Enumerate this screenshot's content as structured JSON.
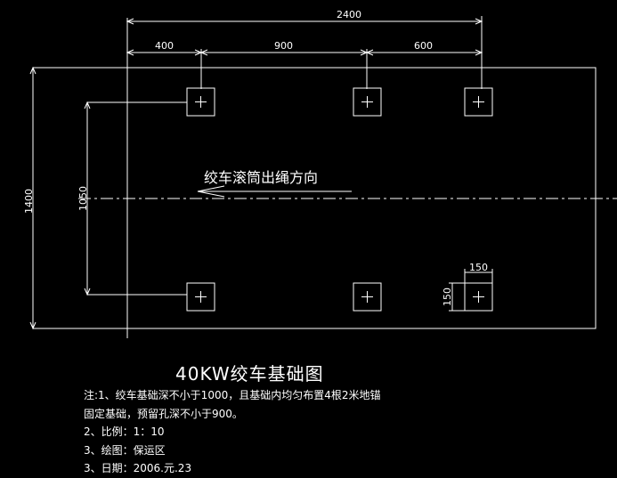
{
  "drawing": {
    "dimensions": {
      "total_width": "2400",
      "seg1": "400",
      "seg2": "900",
      "seg3": "600",
      "height": "1400",
      "bolt_spacing": "1050",
      "hole_w": "150",
      "hole_h": "150"
    },
    "direction_label": "绞车滚筒出绳方向",
    "title": "40KW绞车基础图",
    "notes": [
      "注:1、绞车基础深不小于1000，且基础内均匀布置4根2米地锚",
      "固定基础，预留孔深不小于900。",
      "2、比例：1：10",
      "3、绘图：保运区",
      "3、日期：2006.元.23"
    ]
  },
  "colors": {
    "background": "#000000",
    "lines": "#ffffff"
  }
}
